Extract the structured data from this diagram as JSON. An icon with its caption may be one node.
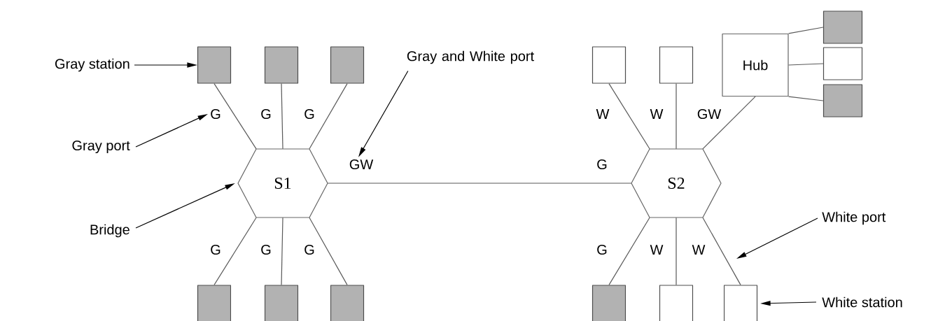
{
  "diagram": {
    "nodes": [
      {
        "text": [
          "S1"
        ]
      },
      {
        "text": [
          "S2"
        ]
      },
      {
        "text": [],
        "shape": "box"
      },
      {
        "text": [],
        "shape": "box"
      },
      {
        "text": [],
        "shape": "box"
      },
      {
        "text": [],
        "shape": "box"
      },
      {
        "text": [],
        "shape": "box"
      },
      {
        "text": [],
        "shape": "box"
      },
      {
        "text": [],
        "shape": "box"
      },
      {
        "text": [],
        "shape": "box"
      },
      {
        "text": [
          "Hub"
        ]
      },
      {
        "text": [],
        "shape": "box"
      },
      {
        "text": [],
        "shape": "box"
      },
      {
        "text": [],
        "shape": "box"
      },
      {
        "text": [],
        "shape": "box"
      },
      {
        "text": [],
        "shape": "box"
      },
      {
        "text": [],
        "shape": "box"
      },
      {
        "text": [
          "Gray station"
        ]
      },
      {
        "text": [
          "Gray port"
        ]
      },
      {
        "text": [
          "Gray and White port"
        ]
      },
      {
        "text": [
          "Bridge"
        ]
      },
      {
        "text": [
          "White port"
        ]
      },
      {
        "text": [
          "White station"
        ]
      },
      {
        "text": [
          "G"
        ]
      },
      {
        "text": [
          "GW"
        ]
      }
    ],
    "edges": [
      {
        "from": 0,
        "to": 2,
        "arrow": "none"
      },
      {
        "from": 0,
        "to": 3,
        "arrow": "none"
      },
      {
        "from": 0,
        "to": 4,
        "arrow": "none"
      },
      {
        "from": 0,
        "to": 5,
        "arrow": "none"
      },
      {
        "from": 0,
        "to": 6,
        "arrow": "none"
      },
      {
        "from": 0,
        "to": 7,
        "arrow": "none"
      },
      {
        "from": 0,
        "to": 1,
        "arrow": "none"
      },
      {
        "from": 1,
        "to": 8,
        "arrow": "none"
      },
      {
        "from": 1,
        "to": 9,
        "arrow": "none"
      },
      {
        "from": 1,
        "to": 10,
        "arrow": "none"
      },
      {
        "from": 1,
        "to": 14,
        "arrow": "none"
      },
      {
        "from": 1,
        "to": 15,
        "arrow": "none"
      },
      {
        "from": 1,
        "to": 16,
        "arrow": "none"
      },
      {
        "from": 10,
        "to": 11,
        "arrow": "none"
      },
      {
        "from": 10,
        "to": 12,
        "arrow": "none"
      },
      {
        "from": 10,
        "to": 13,
        "arrow": "none"
      },
      {
        "from": 17,
        "to": 2,
        "arrow": "to"
      },
      {
        "from": 18,
        "to": 23,
        "arrow": "to"
      },
      {
        "from": 19,
        "to": 24,
        "arrow": "to"
      },
      {
        "from": 20,
        "to": 0,
        "arrow": "to"
      },
      {
        "from": 21,
        "to": null,
        "arrow": "to"
      },
      {
        "from": 22,
        "to": 16,
        "arrow": "to"
      }
    ],
    "labels": [
      "G",
      "G",
      "W",
      "W",
      "GW",
      "G",
      "G",
      "G",
      "G",
      "G",
      "W",
      "W"
    ]
  }
}
